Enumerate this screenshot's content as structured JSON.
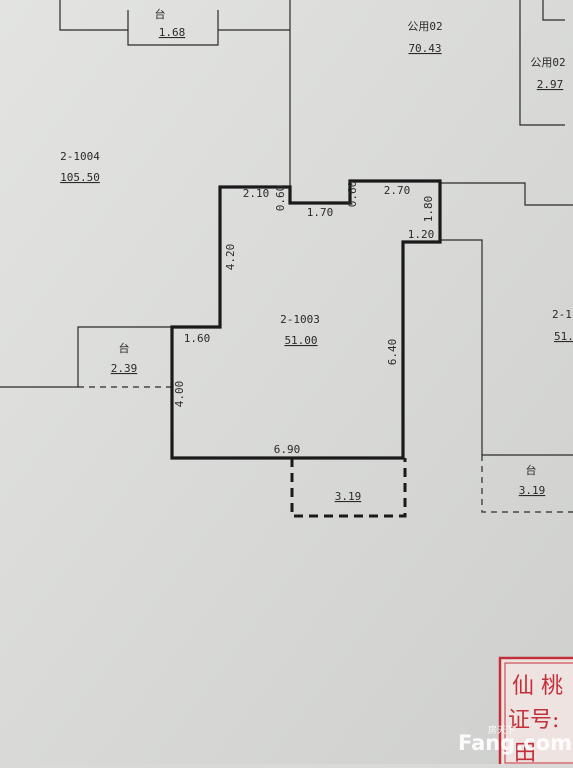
{
  "rooms": {
    "balcony_top": {
      "label": "台",
      "area": "1.68"
    },
    "public_main": {
      "label": "公用02",
      "area": "70.43"
    },
    "public_small": {
      "label": "公用02",
      "area": "2.97"
    },
    "unit_1004": {
      "label": "2-1004",
      "area": "105.50"
    },
    "unit_1003": {
      "label": "2-1003",
      "area": "51.00"
    },
    "unit_right": {
      "label": "2-1",
      "area": "51."
    },
    "balcony_left": {
      "label": "台",
      "area": "2.39"
    },
    "balcony_bottom": {
      "label": "",
      "area": "3.19"
    },
    "balcony_right": {
      "label": "台",
      "area": "3.19"
    }
  },
  "dimensions": {
    "d_2_10": "2.10",
    "d_0_60_left": "0.60",
    "d_1_70": "1.70",
    "d_0_60_right": "0.60",
    "d_2_70": "2.70",
    "d_1_80": "1.80",
    "d_1_20": "1.20",
    "d_4_20": "4.20",
    "d_1_60": "1.60",
    "d_6_40": "6.40",
    "d_4_00": "4.00",
    "d_6_90": "6.90"
  },
  "seal": {
    "line1": "仙 桃",
    "line2": "证号:",
    "line3": "田"
  },
  "watermark": {
    "brand": "Fang.com",
    "cn": "房天下"
  },
  "colors": {
    "paper": "#d9dad8",
    "line": "#1e1e1e",
    "seal": "#c2303a"
  }
}
